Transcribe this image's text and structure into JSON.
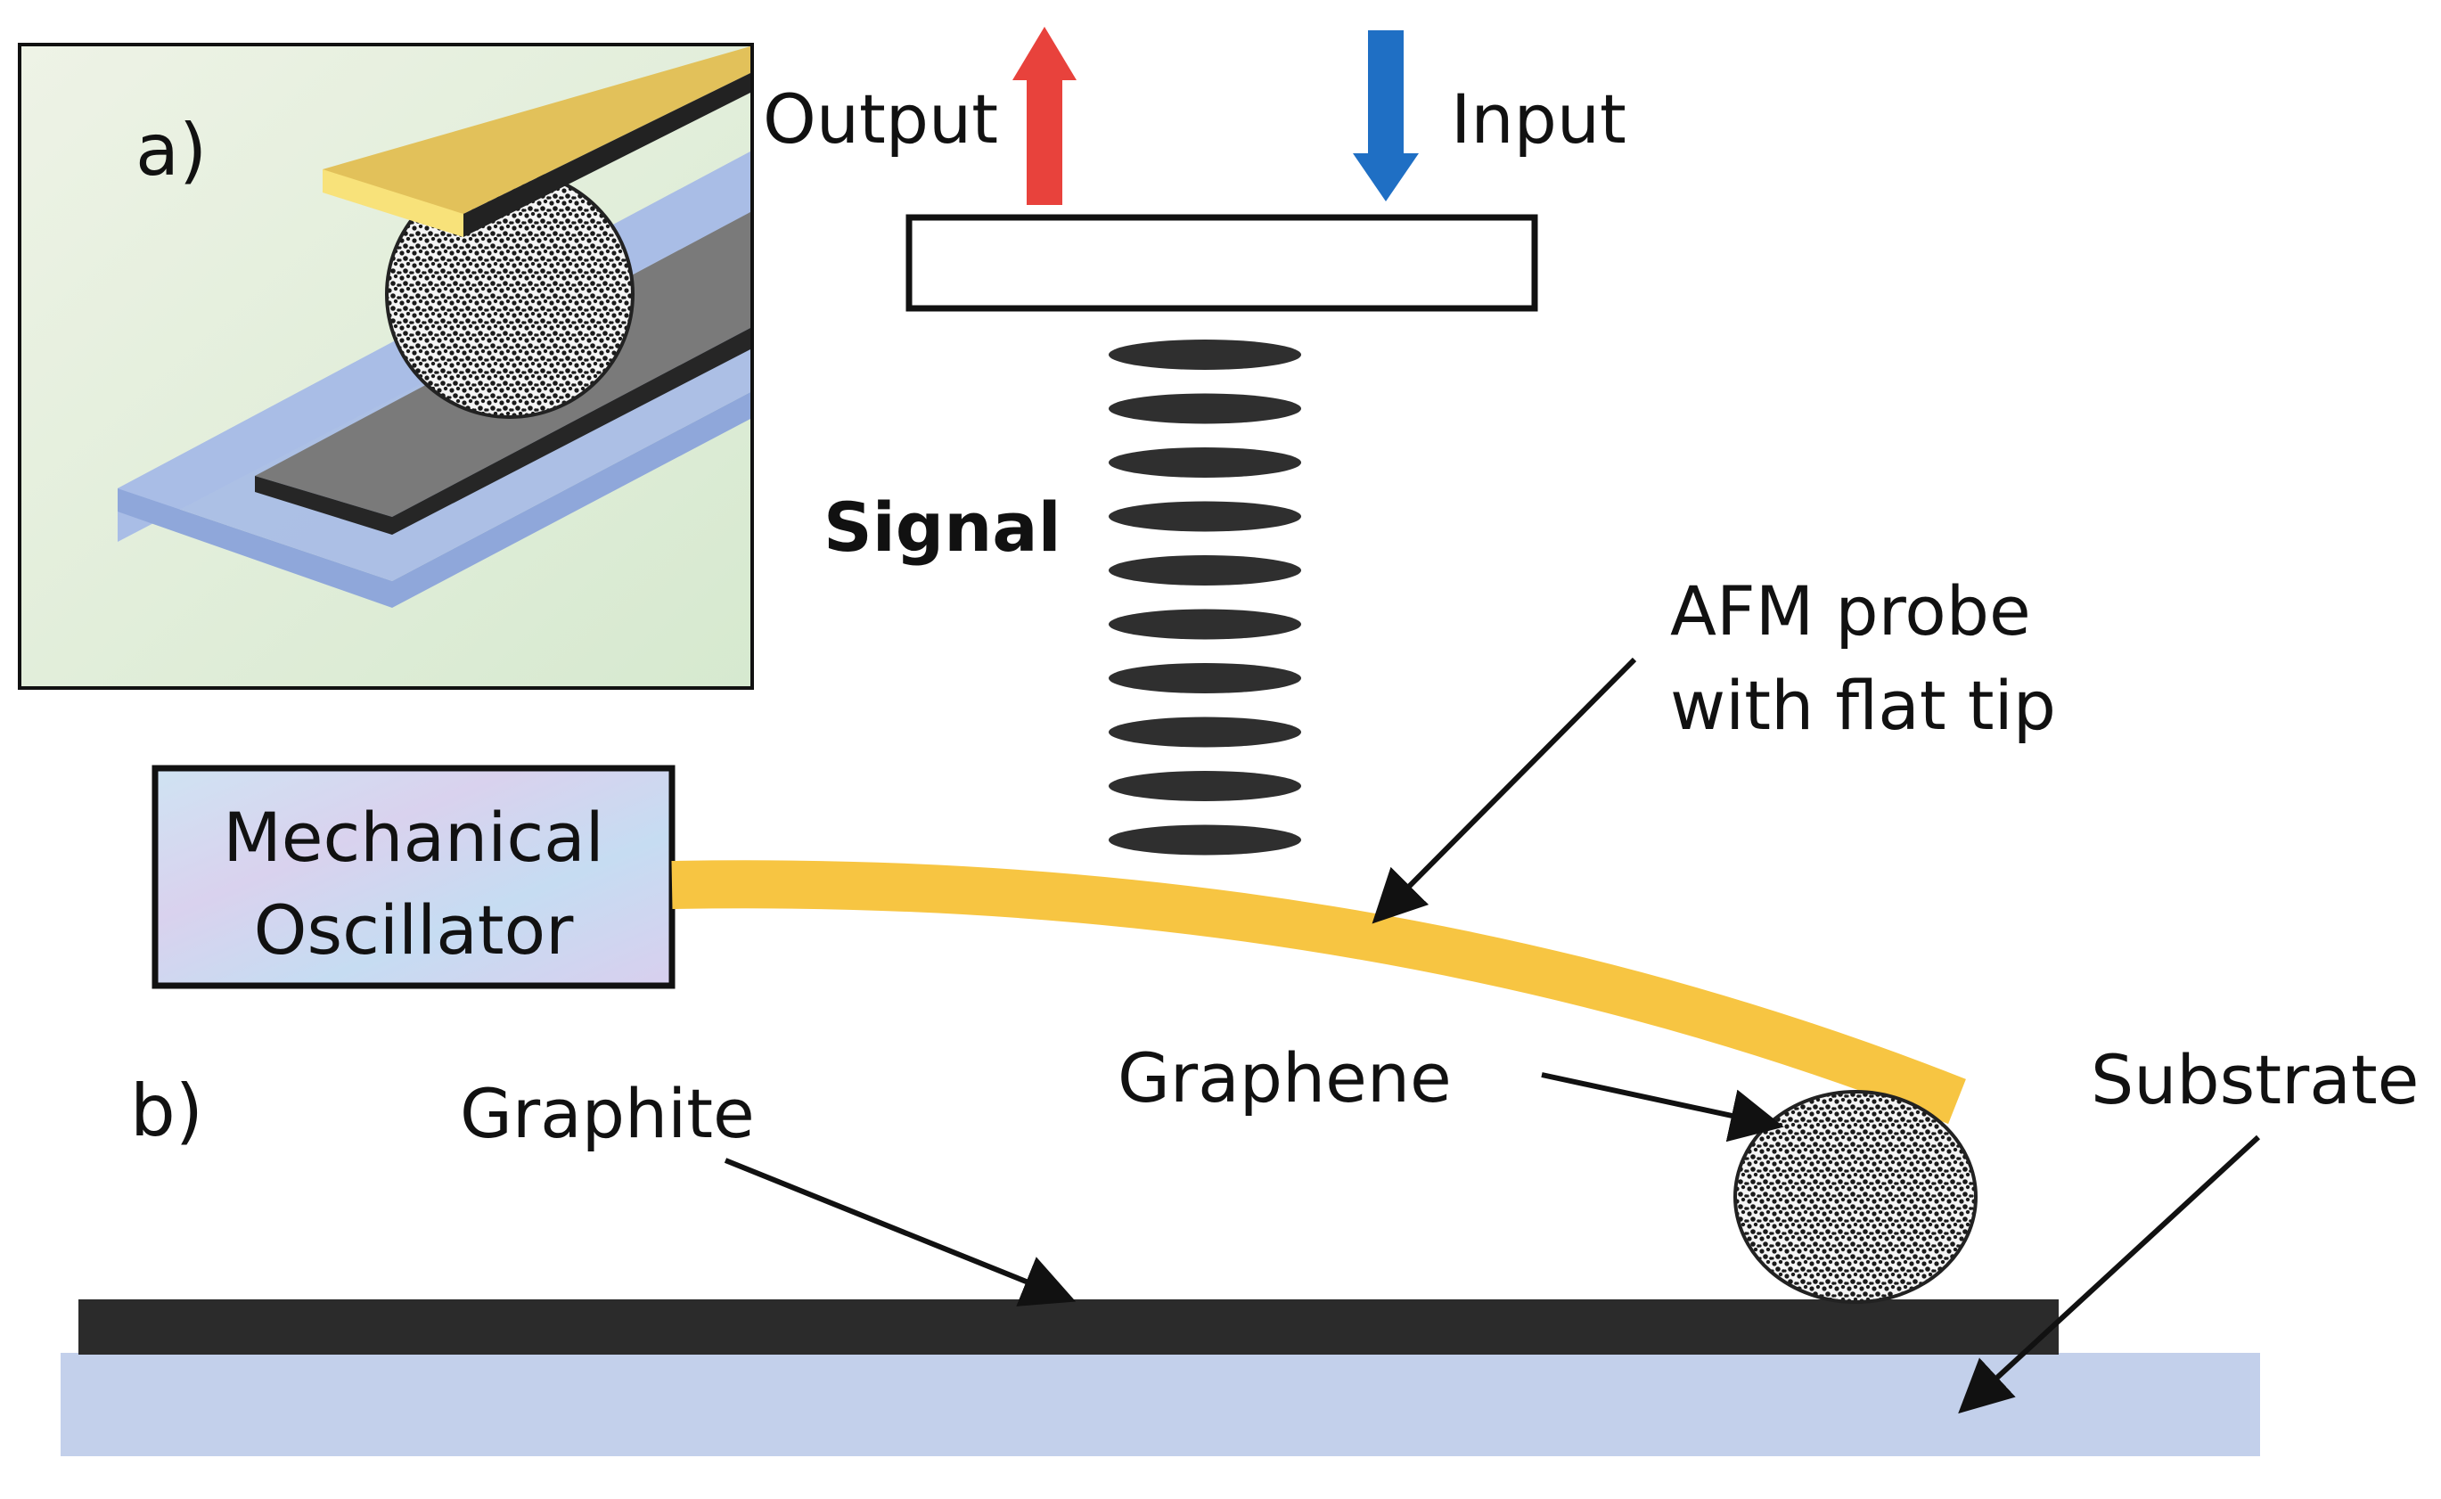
{
  "panel_a": {
    "label": "a)"
  },
  "panel_b": {
    "label": "b)"
  },
  "labels": {
    "output": "Output",
    "input": "Input",
    "signal": "Signal",
    "afm_line1": "AFM probe",
    "afm_line2": "with flat tip",
    "mechanical_line1": "Mechanical",
    "mechanical_line2": "Oscillator",
    "graphene": "Graphene",
    "graphite": "Graphite",
    "substrate": "Substrate"
  },
  "colors": {
    "output_arrow": "#e8423c",
    "input_arrow": "#1f6fc4",
    "cantilever": "#f7c542",
    "graphite": "#2b2b2b",
    "substrate": "#c3d0eb",
    "inset_background": "#e3efd9",
    "signal_ellipse": "#2f2f2f"
  },
  "signal_ellipse_count": 10
}
